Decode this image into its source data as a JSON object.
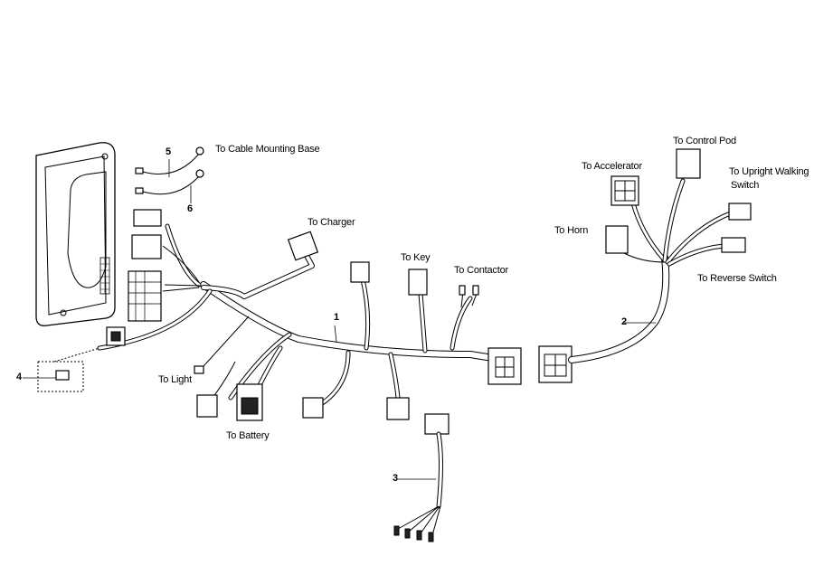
{
  "diagram": {
    "labels": {
      "cable_mounting_base": "To   Cable Mounting Base",
      "charger": "To  Charger",
      "key": "To  Key",
      "contactor": "To  Contactor",
      "accelerator": "To Accelerator",
      "control_pod": "To Control Pod",
      "upright_walking_switch_1": "To Upright Walking",
      "upright_walking_switch_2": "Switch",
      "horn": "To Horn",
      "reverse_switch": "To Reverse Switch",
      "light": "To Light",
      "battery": "To Battery"
    },
    "callouts": {
      "main_harness": "1",
      "tiller_harness": "2",
      "pigtail_harness": "3",
      "fuse": "4",
      "ground_cable_5": "5",
      "ground_cable_6": "6"
    }
  }
}
